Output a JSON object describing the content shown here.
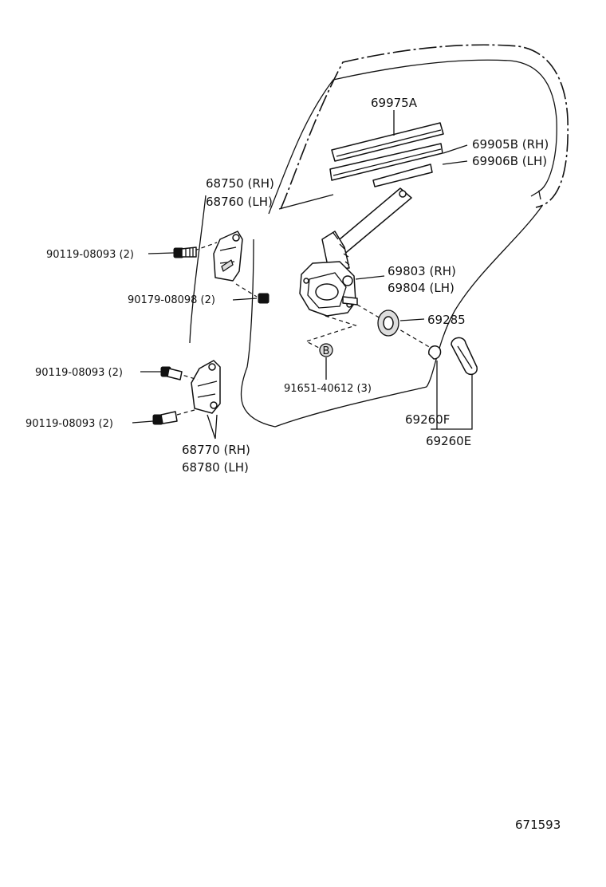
{
  "labels": {
    "p69975a": "69975A",
    "p69905b": "69905B (RH)",
    "p69906b": "69906B (LH)",
    "p68750": "68750 (RH)",
    "p68760": "68760 (LH)",
    "bolt_upper": "90119-08093 (2)",
    "nut_90179": "90179-08098 (2)",
    "p69803": "69803 (RH)",
    "p69804": "69804 (LH)",
    "p69285": "69285",
    "bolt_mid": "90119-08093 (2)",
    "marker_b": "B",
    "p91651": "91651-40612 (3)",
    "bolt_lower": "90119-08093 (2)",
    "p69260f": "69260F",
    "p68770": "68770 (RH)",
    "p68780": "68780 (LH)",
    "p69260e": "69260E",
    "figure_id": "671593"
  }
}
